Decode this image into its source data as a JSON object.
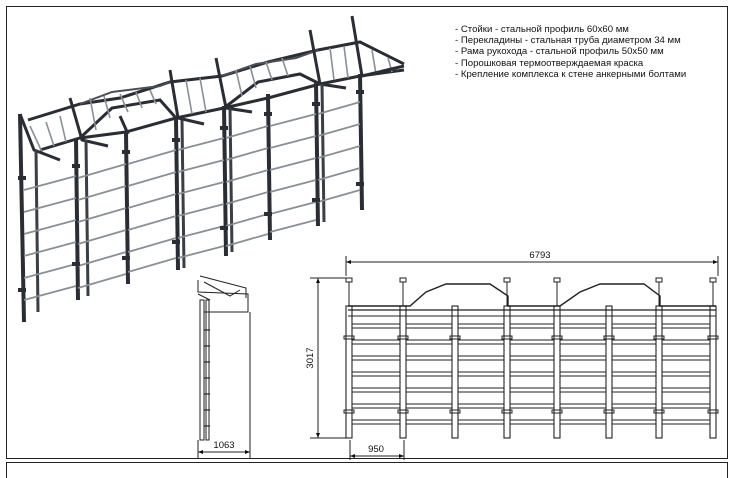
{
  "notes": [
    "- Стойки - стальной профиль 60х60 мм",
    "- Перекладины - стальная труба диаметром 34 мм",
    "- Рама рукохода - стальной профиль 50х50 мм",
    "- Порошковая термоотверждаемая краска",
    "- Крепление комплекса к стене анкерными болтами"
  ],
  "dimensions": {
    "overall_length": "6793",
    "overall_height": "3017",
    "depth": "1063",
    "section_width": "950"
  },
  "colors": {
    "steel": "#2a2d33",
    "bars": "#8a8f96",
    "line": "#222222"
  }
}
